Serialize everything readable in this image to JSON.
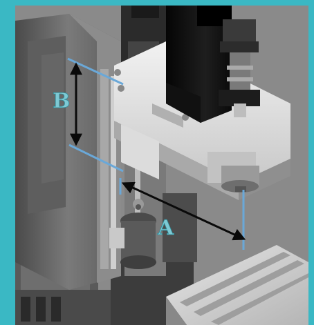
{
  "background_color": "#3ab8c4",
  "accent_color": "#6aa8d8",
  "dimensions": [
    {
      "id": "B",
      "label": "B"
    },
    {
      "id": "A",
      "label": "A"
    }
  ]
}
